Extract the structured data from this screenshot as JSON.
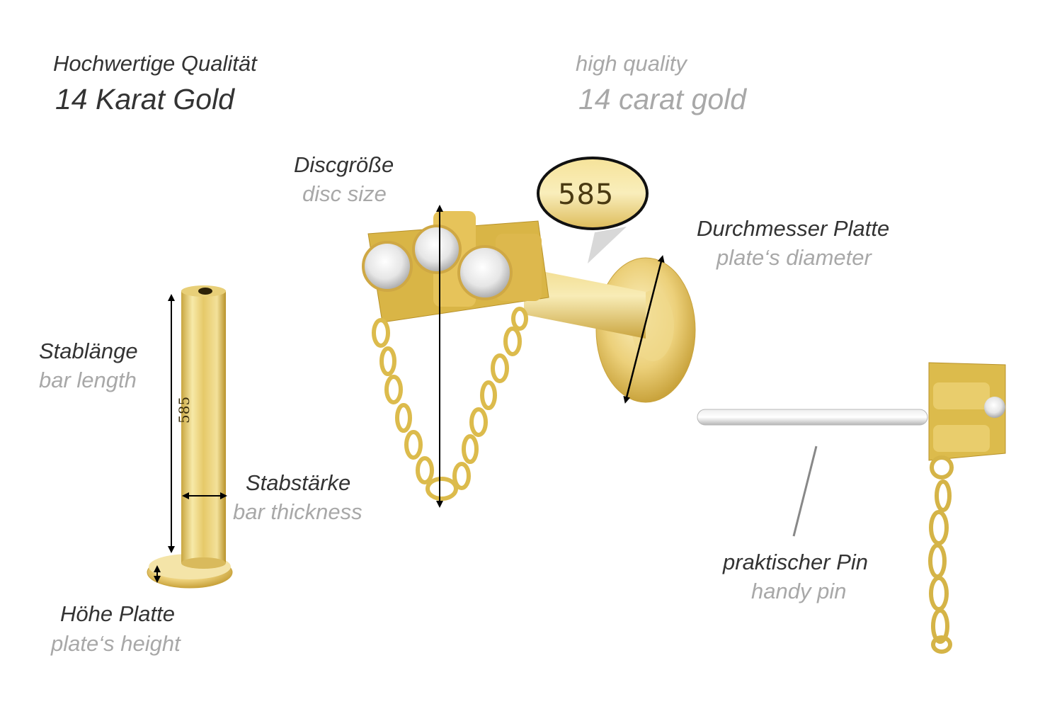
{
  "header": {
    "de_line1": "Hochwertige Qualität",
    "de_line2": "14 Karat Gold",
    "en_line1": "high quality",
    "en_line2": "14 carat gold"
  },
  "labels": {
    "disc_size": {
      "de": "Discgröße",
      "en": "disc size"
    },
    "plate_diameter": {
      "de": "Durchmesser Platte",
      "en": "plate‘s diameter"
    },
    "bar_length": {
      "de": "Stablänge",
      "en": "bar length"
    },
    "bar_thickness": {
      "de": "Stabstärke",
      "en": "bar thickness"
    },
    "plate_height": {
      "de": "Höhe Platte",
      "en": "plate‘s height"
    },
    "handy_pin": {
      "de": "praktischer Pin",
      "en": "handy pin"
    }
  },
  "hallmark": {
    "badge": "585",
    "bar_engraving": "585"
  },
  "colors": {
    "gold_light": "#f4e4a0",
    "gold_mid": "#e2c25a",
    "gold_dark": "#b8922a",
    "german_text": "#333333",
    "english_text": "#a8a8a8",
    "silver_pin": "#d8d8d8"
  }
}
